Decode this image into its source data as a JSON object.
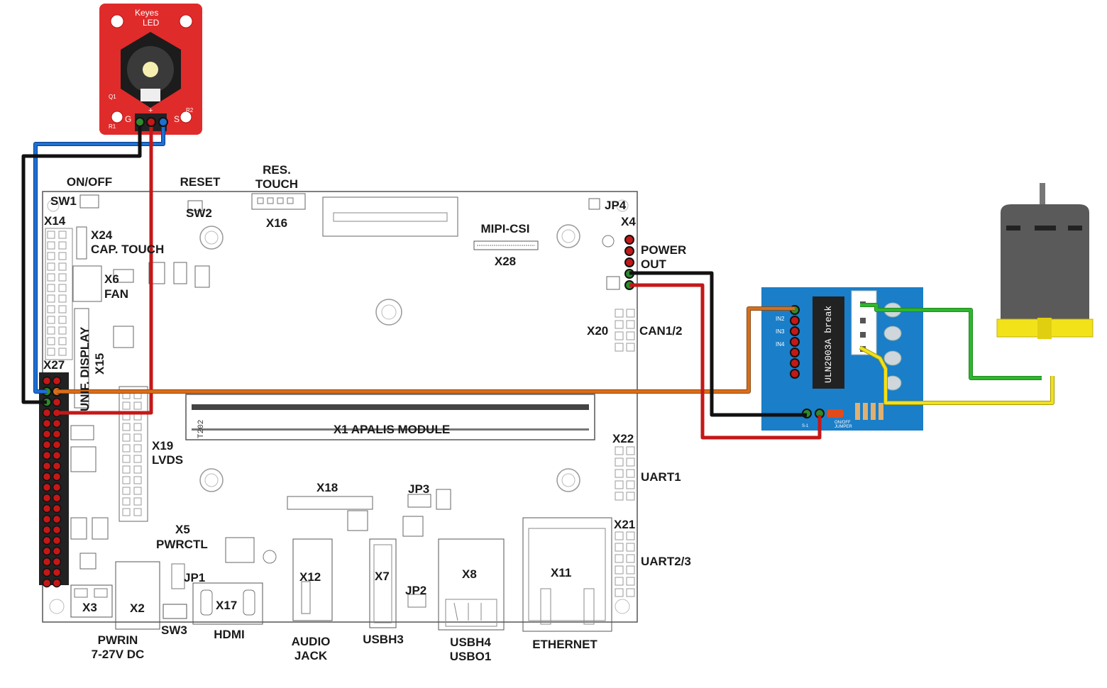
{
  "led_module": {
    "brand": "Keyes",
    "name": "LED",
    "pin_g": "G",
    "pin_s": "S",
    "pin_plus": "+",
    "q1": "Q1",
    "r1": "R1",
    "r2": "R2"
  },
  "board": {
    "labels": {
      "on_off": "ON/OFF",
      "sw1": "SW1",
      "reset": "RESET",
      "sw2": "SW2",
      "res_touch": "RES.\nTOUCH",
      "x16": "X16",
      "jp4": "JP4",
      "x4": "X4",
      "x14": "X14",
      "x24": "X24",
      "cap_touch": "CAP.  TOUCH",
      "mipi_csi": "MIPI-CSI",
      "x28": "X28",
      "power_out": "POWER\nOUT",
      "x6": "X6",
      "fan": "FAN",
      "x20": "X20",
      "can12": "CAN1/2",
      "x15": "X15",
      "unif_display": "UNIF. DISPLAY",
      "x27": "X27",
      "x1_apalis": "X1 APALIS MODULE",
      "x22": "X22",
      "x19": "X19",
      "lvds": "LVDS",
      "uart1": "UART1",
      "x18": "X18",
      "jp3": "JP3",
      "x5": "X5",
      "pwrctl": "PWRCTL",
      "x21": "X21",
      "uart23": "UART2/3",
      "jp1": "JP1",
      "x12": "X12",
      "x7": "X7",
      "x8": "X8",
      "x11": "X11",
      "jp2": "JP2",
      "x3": "X3",
      "x2": "X2",
      "x17": "X17",
      "sw3": "SW3",
      "pwrin": "PWRIN\n7-27V DC",
      "hdmi": "HDMI",
      "audio_jack": "AUDIO\nJACK",
      "usbh3": "USBH3",
      "usbh4_usbo1": "USBH4\nUSBO1",
      "ethernet": "ETHERNET",
      "t202": "T202"
    }
  },
  "driver_board": {
    "chip": "ULN2003A break",
    "in2": "IN2",
    "in3": "IN3",
    "in4": "IN4",
    "jumper": "ON/OFF\nJUMPER",
    "s": "S-1"
  },
  "colors": {
    "wire_blue": "#1f6fd1",
    "wire_black": "#111111",
    "wire_red": "#c41818",
    "wire_orange": "#d96e1c",
    "wire_green": "#2fb52f",
    "wire_yellow": "#f0e020",
    "led_board": "#e02b2b",
    "driver_board": "#1a7ec8",
    "motor_body": "#5a5a5a",
    "motor_base": "#f2e21a"
  }
}
